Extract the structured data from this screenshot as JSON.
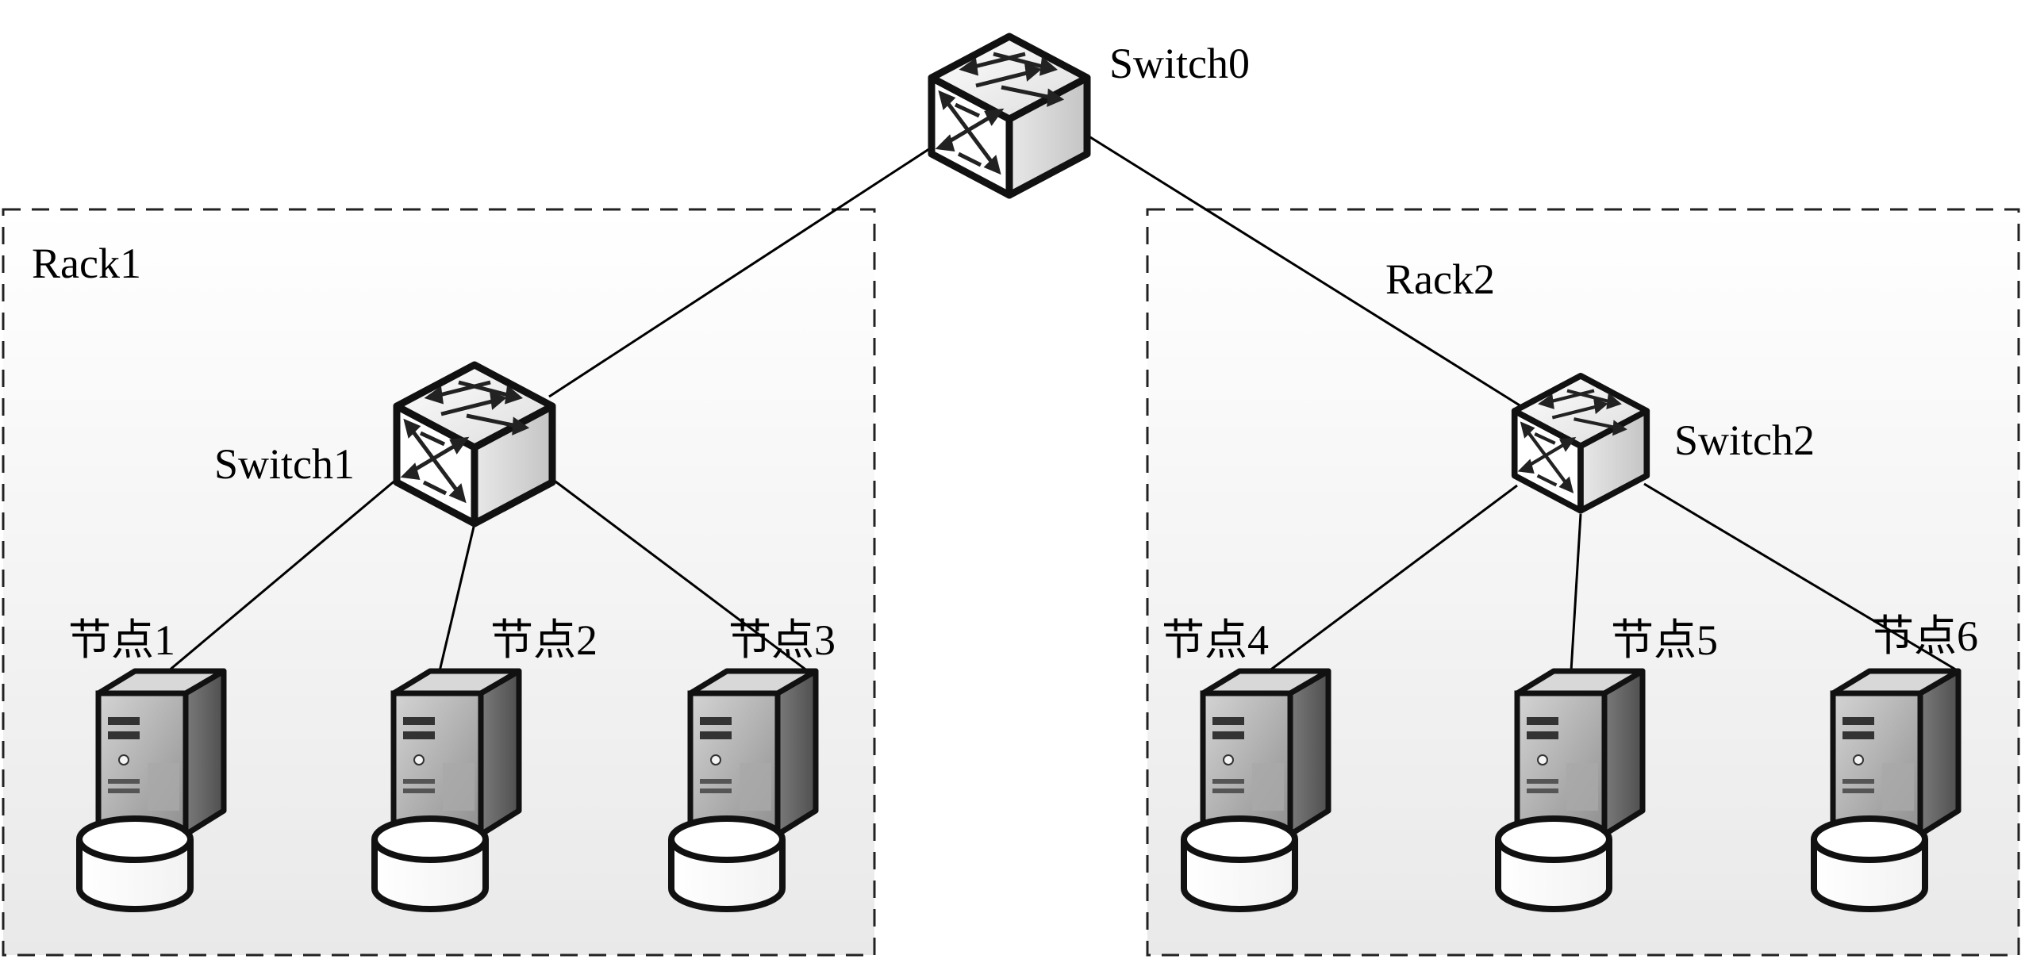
{
  "diagram": {
    "racks": [
      {
        "id": "rack1",
        "label": "Rack1"
      },
      {
        "id": "rack2",
        "label": "Rack2"
      }
    ],
    "switches": [
      {
        "id": "switch0",
        "label": "Switch0"
      },
      {
        "id": "switch1",
        "label": "Switch1"
      },
      {
        "id": "switch2",
        "label": "Switch2"
      }
    ],
    "nodes": [
      {
        "id": "node1",
        "label": "节点1",
        "rack": "rack1",
        "switch": "switch1"
      },
      {
        "id": "node2",
        "label": "节点2",
        "rack": "rack1",
        "switch": "switch1"
      },
      {
        "id": "node3",
        "label": "节点3",
        "rack": "rack1",
        "switch": "switch1"
      },
      {
        "id": "node4",
        "label": "节点4",
        "rack": "rack2",
        "switch": "switch2"
      },
      {
        "id": "node5",
        "label": "节点5",
        "rack": "rack2",
        "switch": "switch2"
      },
      {
        "id": "node6",
        "label": "节点6",
        "rack": "rack2",
        "switch": "switch2"
      }
    ],
    "links": [
      {
        "from": "switch0",
        "to": "switch1"
      },
      {
        "from": "switch0",
        "to": "switch2"
      },
      {
        "from": "switch1",
        "to": "node1"
      },
      {
        "from": "switch1",
        "to": "node2"
      },
      {
        "from": "switch1",
        "to": "node3"
      },
      {
        "from": "switch2",
        "to": "node4"
      },
      {
        "from": "switch2",
        "to": "node5"
      },
      {
        "from": "switch2",
        "to": "node6"
      }
    ]
  },
  "colors": {
    "rack_fill_top": "#ffffff",
    "rack_fill_bottom": "#e9e9e9",
    "switch_light": "#ffffff",
    "switch_shade": "#c4c4c4",
    "server_front": "#8f8f8f",
    "server_side": "#555555",
    "server_top": "#d0d0d0",
    "line": "#000000"
  },
  "icons": {
    "switch": "network-switch-icon",
    "server": "server-tower-icon",
    "disk": "database-disk-icon"
  }
}
